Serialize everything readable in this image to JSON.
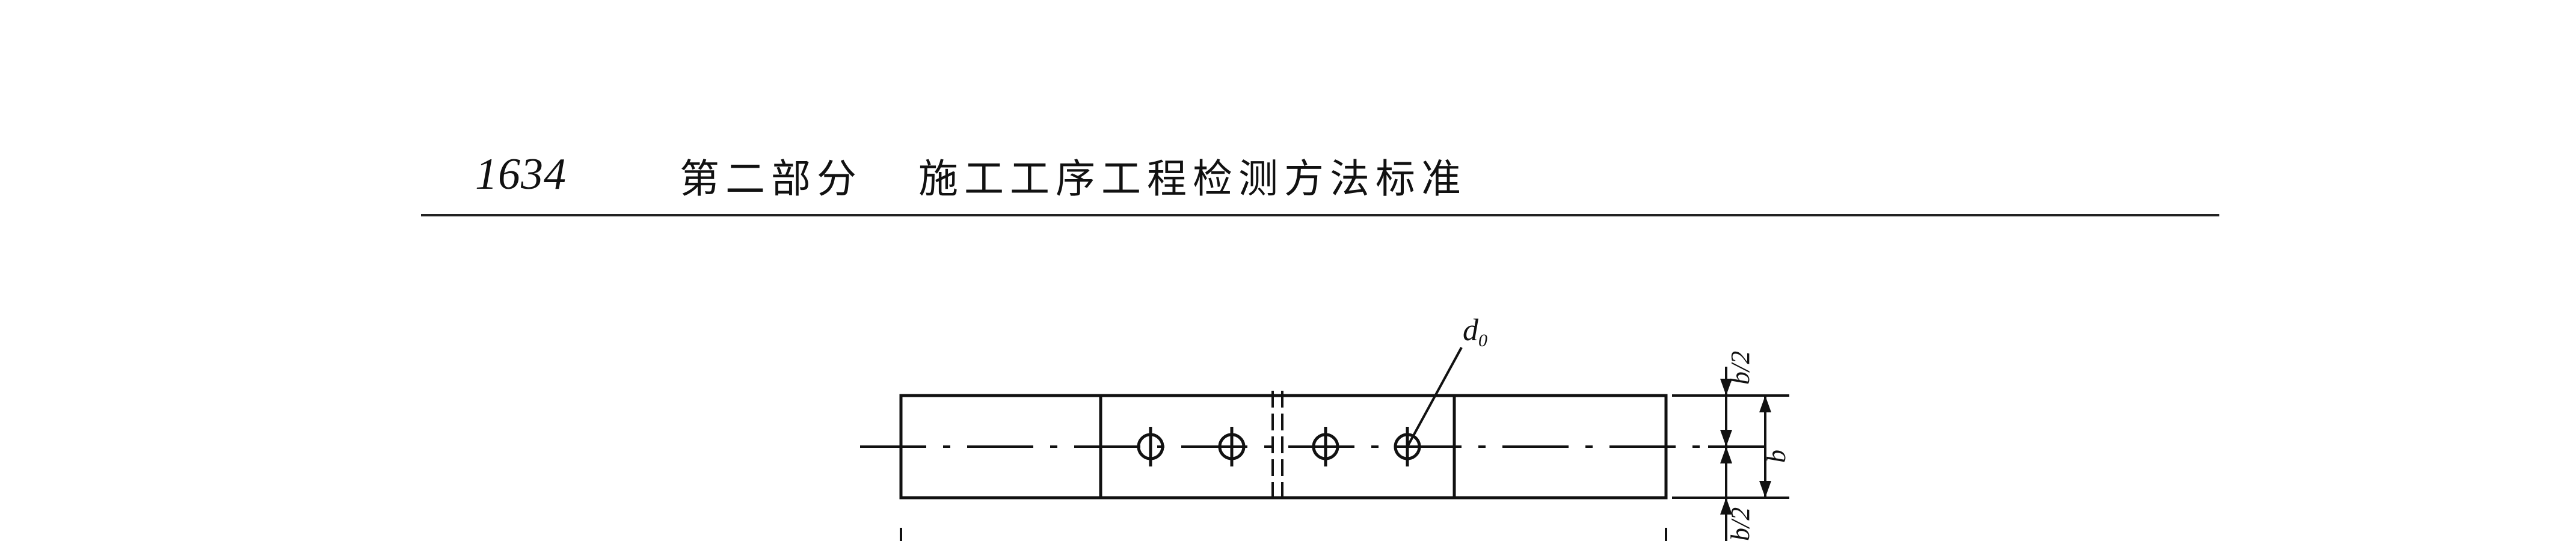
{
  "header": {
    "page_number": "1634",
    "section": "第二部分",
    "title": "施工工序工程检测方法标准"
  },
  "figure": {
    "hole_label": "d0",
    "hole_label_main": "d",
    "hole_label_sub": "0",
    "dimension_half_top": "b/2",
    "dimension_full": "b",
    "dimension_half_bottom": "b/2"
  }
}
